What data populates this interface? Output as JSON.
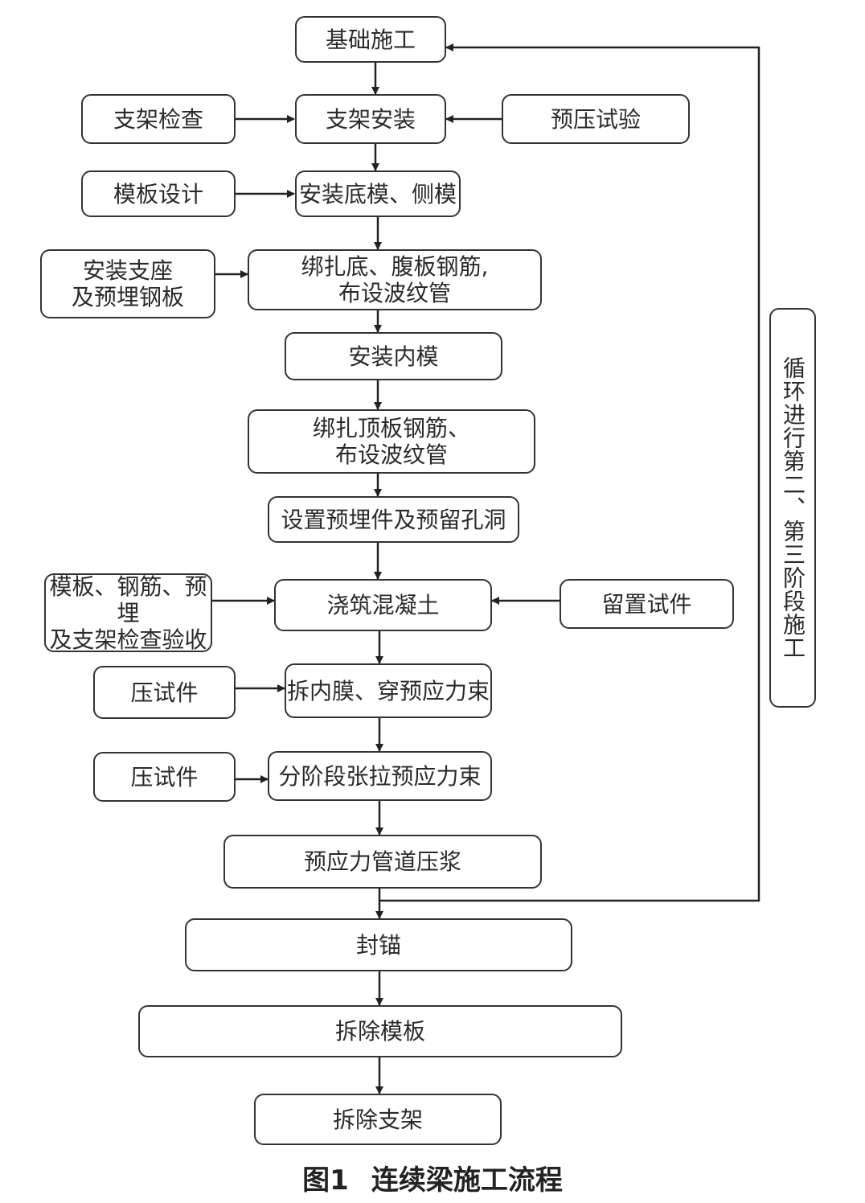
{
  "figure": {
    "caption_number": "图1",
    "caption_title": "连续梁施工流程"
  },
  "steps": {
    "foundation": "基础施工",
    "support_install": "支架安装",
    "support_check": "支架检查",
    "preload_test": "预压试验",
    "formwork_design": "模板设计",
    "bottom_side_mold": "安装底模、侧模",
    "bearing_install": "安装支座\n及预埋钢板",
    "bind_rebar_bottom": "绑扎底、腹板钢筋,\n布设波纹管",
    "inner_mold": "安装内模",
    "bind_rebar_top": "绑扎顶板钢筋、\n布设波纹管",
    "embedded_parts": "设置预埋件及预留孔洞",
    "inspection": "模板、钢筋、预埋\n及支架检查验收",
    "pour_concrete": "浇筑混凝土",
    "retain_specimen": "留置试件",
    "press_specimen_1": "压试件",
    "remove_inner_mold": "拆内膜、穿预应力束",
    "press_specimen_2": "压试件",
    "stage_tension": "分阶段张拉预应力束",
    "grouting": "预应力管道压浆",
    "anchor_seal": "封锚",
    "remove_formwork": "拆除模板",
    "remove_support": "拆除支架"
  },
  "loop_label": "循环进行第二、第三阶段施工"
}
